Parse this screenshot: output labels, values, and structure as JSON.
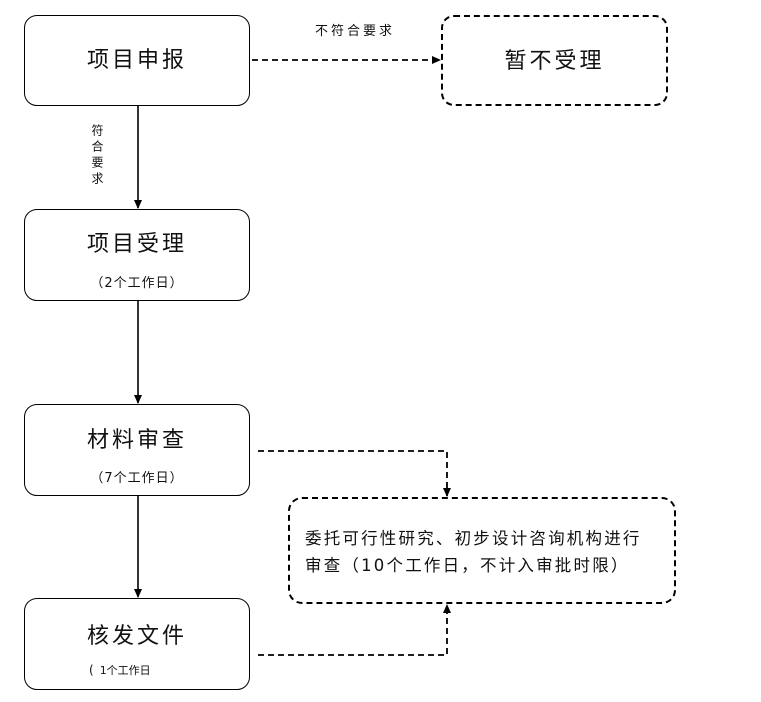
{
  "flow": {
    "apply": {
      "title": "项目申报"
    },
    "not_accepted": {
      "title": "暂不受理"
    },
    "accept": {
      "title": "项目受理",
      "duration": "（2个工作日）"
    },
    "review": {
      "title": "材料审查",
      "duration": "（7个工作日）"
    },
    "issue": {
      "title": "核发文件",
      "duration_paren": "(",
      "duration": "1个工作日"
    },
    "consult": {
      "line1": "委托可行性研究、初步设计咨询机构进行",
      "line2": "审查（10个工作日，不计入审批时限）"
    }
  },
  "edge_labels": {
    "not_qualified": "不符合要求",
    "qualified": "符合要求"
  },
  "colors": {
    "line": "#000000",
    "background": "#ffffff"
  }
}
